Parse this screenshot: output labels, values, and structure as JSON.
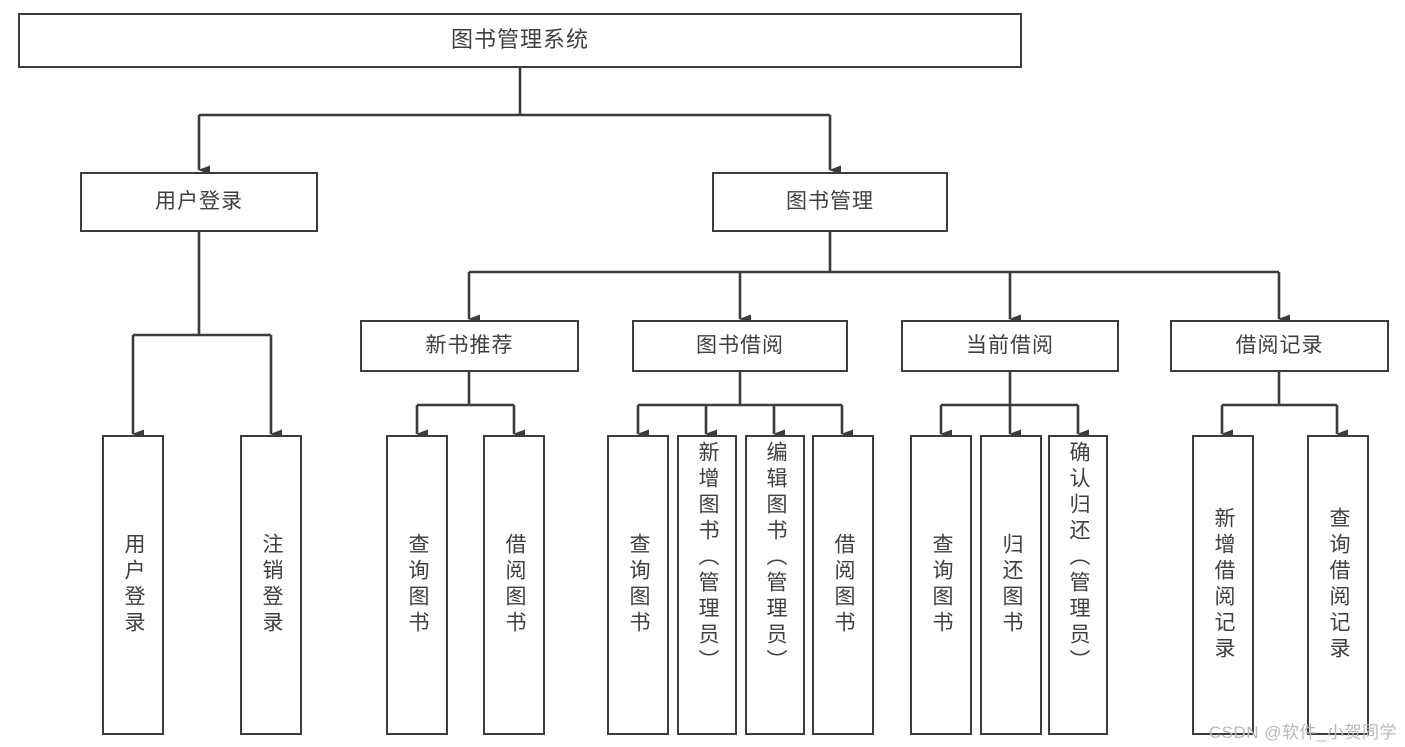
{
  "diagram": {
    "type": "tree-hierarchy",
    "title": "图书管理系统",
    "orientation": "top-down",
    "colors": {
      "border": "#3c3c3c",
      "text": "#3f3f3f",
      "background": "#ffffff",
      "watermark": "#b9b9b9"
    },
    "root": {
      "label": "图书管理系统"
    },
    "level2": [
      {
        "label": "用户登录"
      },
      {
        "label": "图书管理"
      }
    ],
    "level3": [
      {
        "label": "新书推荐"
      },
      {
        "label": "图书借阅"
      },
      {
        "label": "当前借阅"
      },
      {
        "label": "借阅记录"
      }
    ],
    "leaves": {
      "user_login": [
        {
          "label": "用户登录"
        },
        {
          "label": "注销登录"
        }
      ],
      "new_book": [
        {
          "label": "查询图书"
        },
        {
          "label": "借阅图书"
        }
      ],
      "book_borrow": [
        {
          "label": "查询图书"
        },
        {
          "label": "新增图书（管理员）"
        },
        {
          "label": "编辑图书（管理员）"
        },
        {
          "label": "借阅图书"
        }
      ],
      "current_borrow": [
        {
          "label": "查询图书"
        },
        {
          "label": "归还图书"
        },
        {
          "label": "确认归还（管理员）"
        }
      ],
      "borrow_record": [
        {
          "label": "新增借阅记录"
        },
        {
          "label": "查询借阅记录"
        }
      ]
    }
  },
  "watermark": {
    "text": "CSDN @软件_小贺同学"
  }
}
